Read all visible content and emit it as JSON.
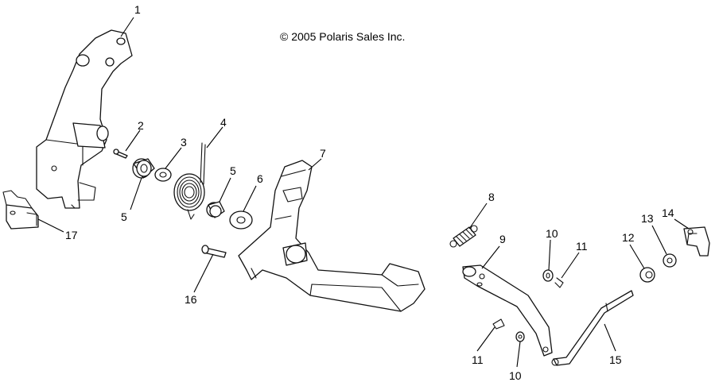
{
  "copyright": "© 2005 Polaris Sales Inc.",
  "callouts": {
    "c1": "1",
    "c2": "2",
    "c3": "3",
    "c4": "4",
    "c5a": "5",
    "c5b": "5",
    "c6": "6",
    "c7": "7",
    "c8": "8",
    "c9": "9",
    "c10a": "10",
    "c10b": "10",
    "c11a": "11",
    "c11b": "11",
    "c12": "12",
    "c13": "13",
    "c14": "14",
    "c15": "15",
    "c16": "16",
    "c17": "17"
  }
}
